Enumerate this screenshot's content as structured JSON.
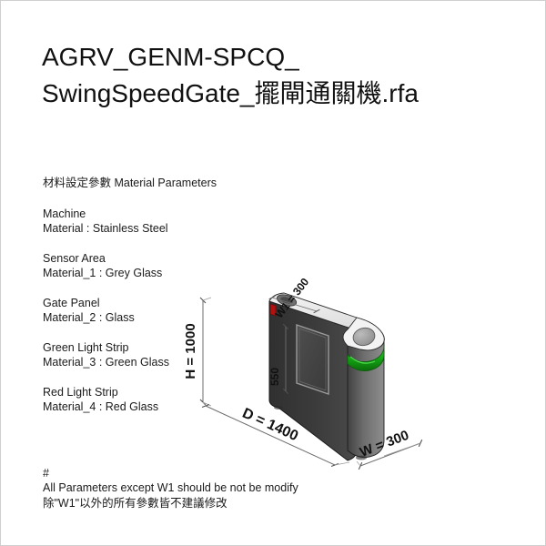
{
  "document": {
    "title_line1": "AGRV_GENM-SPCQ_",
    "title_line2": "SwingSpeedGate_擺閘通關機.rfa"
  },
  "parameters": {
    "section_heading": "材料設定參數 Material Parameters",
    "groups": [
      {
        "name": "Machine",
        "material": "Material :  Stainless Steel"
      },
      {
        "name": "Sensor Area",
        "material": "Material_1 :  Grey Glass"
      },
      {
        "name": "Gate Panel",
        "material": "Material_2 :  Glass"
      },
      {
        "name": "Green Light Strip",
        "material": "Material_3 :  Green Glass"
      },
      {
        "name": "Red Light Strip",
        "material": "Material_4 :  Red Glass"
      }
    ]
  },
  "note": {
    "hash": "#",
    "line_en": "All Parameters except W1 should be not be modify",
    "line_zh": "除\"W1\"以外的所有參數皆不建議修改"
  },
  "drawing": {
    "dimensions": {
      "height": "H = 1000",
      "depth": "D = 1400",
      "width": "W = 300",
      "top_width": "W1 = 300",
      "panel_height": "550"
    },
    "colors": {
      "body_dark": "#3b3b3b",
      "body_mid": "#545454",
      "top_light": "#e9e9e9",
      "nose_white": "#f2f2f2",
      "green_strip": "#18a818",
      "red_strip": "#b21010",
      "grey_glass": "#9b9b9b",
      "dimension_line": "#6e6e6e"
    }
  }
}
